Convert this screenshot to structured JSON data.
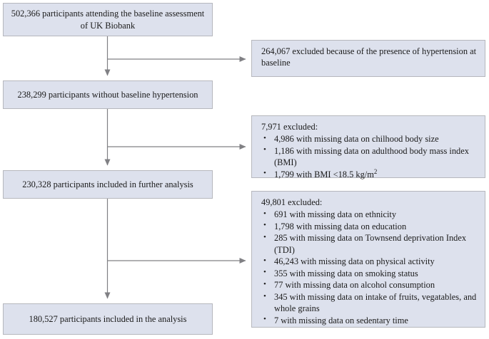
{
  "diagram": {
    "type": "participant-flow-chart",
    "colors": {
      "box_fill": "#dde1ed",
      "box_border": "#b6b7bd",
      "connector": "#808084",
      "text": "#1a1a1a",
      "background": "#ffffff"
    },
    "main_nodes": [
      {
        "id": "baseline",
        "text": "502,366 participants attending the baseline assessment of UK Biobank"
      },
      {
        "id": "no-hypertension",
        "text": "238,299 participants without baseline hypertension"
      },
      {
        "id": "further-analysis",
        "text": "230,328 participants included in further analysis"
      },
      {
        "id": "final-analysis",
        "text": "180,527 participants included in the analysis"
      }
    ],
    "exclusion_nodes": [
      {
        "id": "excl-hypertension",
        "heading": "264,067 excluded because of the presence of hypertension at baseline",
        "items": []
      },
      {
        "id": "excl-bodysize",
        "heading": "7,971 excluded:",
        "items": [
          "4,986 with missing data on chilhood body size",
          "1,186 with missing data on adulthood body mass index (BMI)",
          "1,799 with BMI <18.5 kg/m2"
        ]
      },
      {
        "id": "excl-covariates",
        "heading": "49,801 excluded:",
        "items": [
          "691 with missing data on ethnicity",
          "1,798 with missing data on education",
          "285 with missing data on Townsend deprivation Index (TDI)",
          "46,243 with missing data on physical activity",
          "355 with missing data on smoking status",
          "77 with missing data on alcohol consumption",
          "345 with missing data on intake of fruits, vegatables, and whole grains",
          "7 with missing data on sedentary time"
        ]
      }
    ],
    "bullet_glyph": "•"
  }
}
